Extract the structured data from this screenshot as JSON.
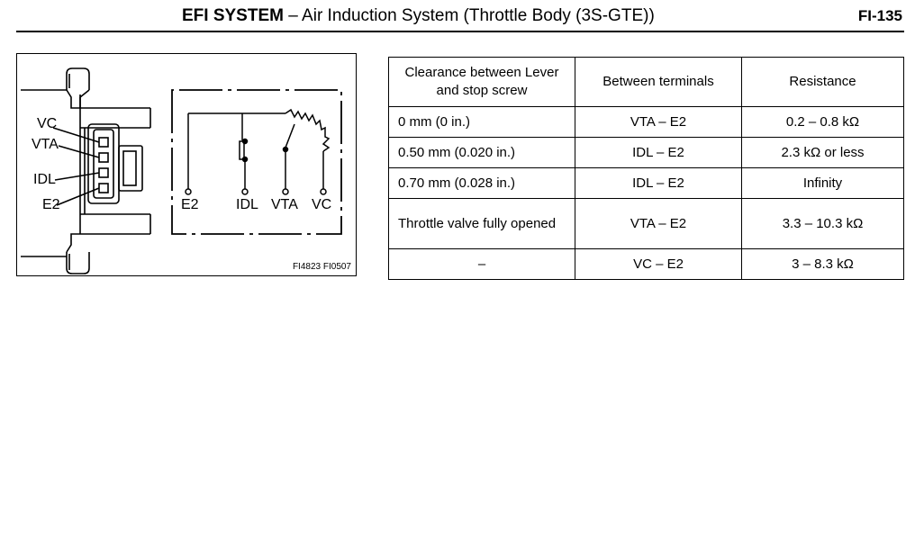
{
  "header": {
    "title_bold": "EFI SYSTEM",
    "title_rest": " – Air Induction System (Throttle Body (3S-GTE))",
    "page_number": "FI-135"
  },
  "figure": {
    "connector_labels": [
      "VC",
      "VTA",
      "IDL",
      "E2"
    ],
    "circuit_labels": [
      "E2",
      "IDL",
      "VTA",
      "VC"
    ],
    "code": "FI4823 FI0507"
  },
  "table": {
    "headers": [
      "Clearance between Lever and stop screw",
      "Between terminals",
      "Resistance"
    ],
    "rows": [
      [
        "0 mm (0 in.)",
        "VTA – E2",
        "0.2 – 0.8 kΩ"
      ],
      [
        "0.50 mm (0.020 in.)",
        "IDL – E2",
        "2.3 kΩ or less"
      ],
      [
        "0.70 mm (0.028 in.)",
        "IDL – E2",
        "Infinity"
      ],
      [
        "Throttle valve fully opened",
        "VTA – E2",
        "3.3 – 10.3 kΩ"
      ],
      [
        "–",
        "VC – E2",
        "3 – 8.3 kΩ"
      ]
    ]
  }
}
